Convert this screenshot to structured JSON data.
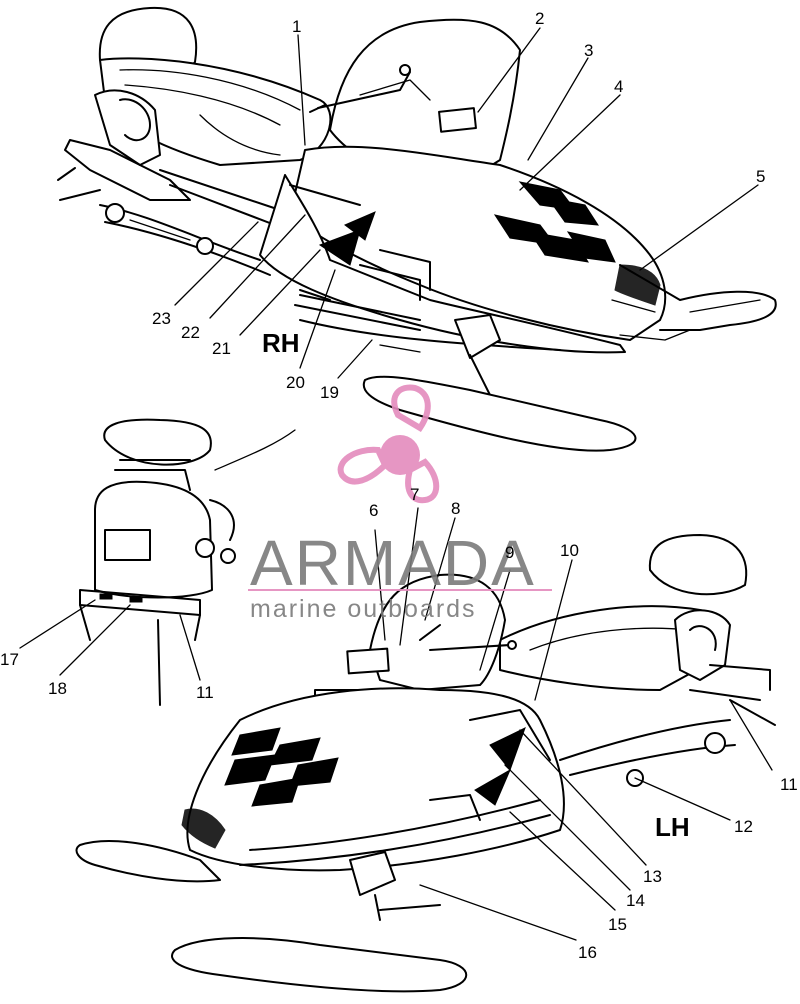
{
  "views": {
    "rh": "RH",
    "lh": "LH"
  },
  "callouts": [
    {
      "id": "c1",
      "text": "1"
    },
    {
      "id": "c2",
      "text": "2"
    },
    {
      "id": "c3",
      "text": "3"
    },
    {
      "id": "c4",
      "text": "4"
    },
    {
      "id": "c5",
      "text": "5"
    },
    {
      "id": "c6",
      "text": "6"
    },
    {
      "id": "c7",
      "text": "7"
    },
    {
      "id": "c8",
      "text": "8"
    },
    {
      "id": "c9",
      "text": "9"
    },
    {
      "id": "c10",
      "text": "10"
    },
    {
      "id": "c11a",
      "text": "11"
    },
    {
      "id": "c11b",
      "text": "11"
    },
    {
      "id": "c12",
      "text": "12"
    },
    {
      "id": "c13",
      "text": "13"
    },
    {
      "id": "c14",
      "text": "14"
    },
    {
      "id": "c15",
      "text": "15"
    },
    {
      "id": "c16",
      "text": "16"
    },
    {
      "id": "c17",
      "text": "17"
    },
    {
      "id": "c18",
      "text": "18"
    },
    {
      "id": "c19",
      "text": "19"
    },
    {
      "id": "c20",
      "text": "20"
    },
    {
      "id": "c21",
      "text": "21"
    },
    {
      "id": "c22",
      "text": "22"
    },
    {
      "id": "c23",
      "text": "23"
    }
  ],
  "watermark": {
    "brand": "ARMADA",
    "tagline": "marine outboards",
    "logo_color": "#e48bbd",
    "text_color": "#7b7b7b"
  }
}
